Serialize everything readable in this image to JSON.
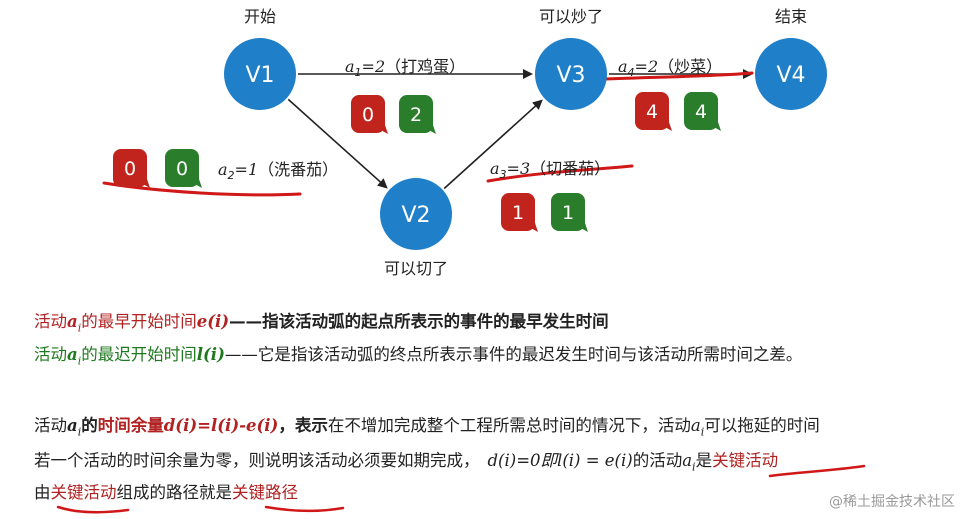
{
  "nodes": [
    {
      "id": "V1",
      "label": "V1",
      "caption": "开始"
    },
    {
      "id": "V2",
      "label": "V2",
      "caption": "可以切了"
    },
    {
      "id": "V3",
      "label": "V3",
      "caption": "可以炒了"
    },
    {
      "id": "V4",
      "label": "V4",
      "caption": "结束"
    }
  ],
  "edges": [
    {
      "from": "V1",
      "to": "V3",
      "sym": "a",
      "sub": "1",
      "weight": "=2",
      "task": "（打鸡蛋）",
      "e": "0",
      "l": "2"
    },
    {
      "from": "V1",
      "to": "V2",
      "sym": "a",
      "sub": "2",
      "weight": "=1",
      "task": "（洗番茄）",
      "e": "0",
      "l": "0"
    },
    {
      "from": "V2",
      "to": "V3",
      "sym": "a",
      "sub": "3",
      "weight": "=3",
      "task": "（切番茄）",
      "e": "1",
      "l": "1"
    },
    {
      "from": "V3",
      "to": "V4",
      "sym": "a",
      "sub": "4",
      "weight": "=2",
      "task": "（炒菜）",
      "e": "4",
      "l": "4"
    }
  ],
  "colors": {
    "node": "#1f7fc8",
    "early": "#c0241d",
    "late": "#2a7d2a",
    "ink": "#222222",
    "marker": "#d01818"
  },
  "text": {
    "l1_a": "活动",
    "l1_ai": "a",
    "l1_sub": "i",
    "l1_b": "的最早开始时间",
    "l1_f": "e(i)",
    "l1_c": "——指该活动弧的起点所表示的事件的最早发生时间",
    "l2_a": "活动",
    "l2_ai": "a",
    "l2_sub": "i",
    "l2_b": "的最迟开始时间",
    "l2_f": "l(i)",
    "l2_c": "——它是指该活动弧的终点所表示事件的最迟发生时间与该活动所需时间之差。",
    "l3_a": "活动",
    "l3_ai": "a",
    "l3_sub": "i",
    "l3_b": "的",
    "l3_c": "时间余量",
    "l3_f": "d(i)=l(i)-e(i)",
    "l3_d": "，表示",
    "l3_e": "在不增加完成整个工程所需总时间的情况下，活动",
    "l3_ai2": "a",
    "l3_sub2": "i",
    "l3_g": "可以拖延的时间",
    "l4_a": "若一个活动的时间余量为零，则说明该活动必须要如期完成，",
    "l4_f": "d(i)=0即l(i) = e(i)",
    "l4_b": "的活动",
    "l4_ai": "a",
    "l4_sub": "i",
    "l4_c": "是",
    "l4_d": "关键活动",
    "l5_a": "由",
    "l5_b": "关键活动",
    "l5_c": "组成的路径就是",
    "l5_d": "关键路径",
    "watermark": "@稀土掘金技术社区"
  }
}
